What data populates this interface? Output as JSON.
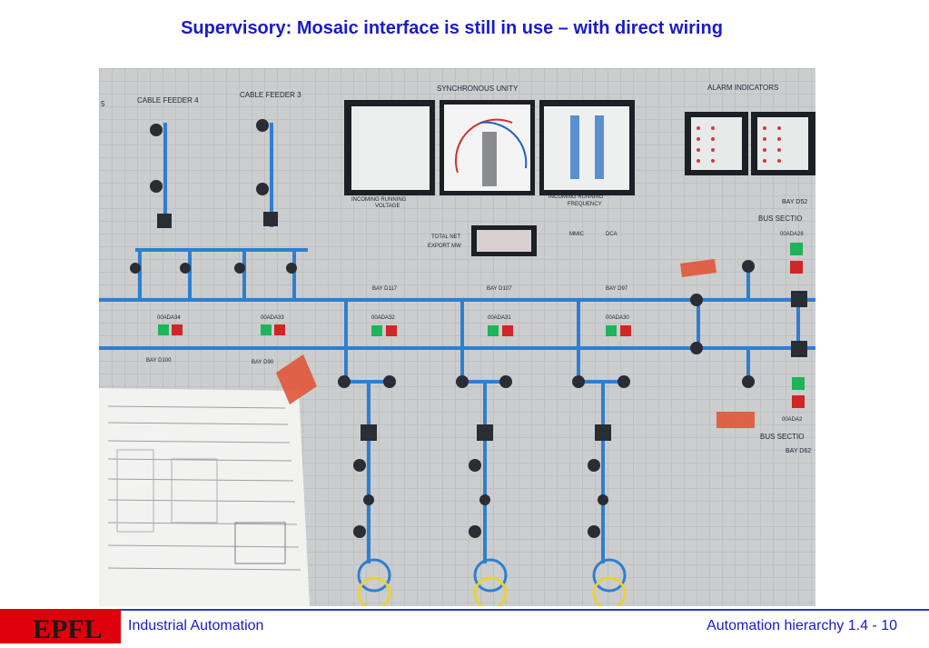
{
  "slide": {
    "title": "Supervisory: Mosaic interface is still in use – with direct wiring"
  },
  "photo": {
    "labels": {
      "cable_feeder_4": "CABLE FEEDER 4",
      "cable_feeder_3": "CABLE FEEDER 3",
      "synchronous_unity": "SYNCHRONOUS   UNITY",
      "alarm_indicators": "ALARM INDICATORS",
      "incoming_running_voltage_1": "INCOMING      RUNNING",
      "incoming_running_voltage_2": "VOLTAGE",
      "incoming_running_frequency_1": "INCOMING      RUNNING",
      "incoming_running_frequency_2": "FREQUENCY",
      "total_net_1": "TOTAL NET",
      "total_net_2": "EXPORT MW",
      "mimic": "MMIC",
      "dca": "DCA",
      "bay_d52": "BAY D52",
      "bus_section_top": "BUS SECTIO",
      "bus_section_bottom": "BUS SECTIO",
      "bay_d62": "BAY D62",
      "bay_d117": "BAY D117",
      "bay_d107": "BAY D107",
      "bay_d97": "BAY D97",
      "bay_d100": "BAY D100",
      "bay_d90": "BAY D90",
      "ada34": "00ADA34",
      "ada33": "00ADA33",
      "ada32": "00ADA32",
      "ada31": "00ADA31",
      "ada30": "00ADA30",
      "ada28": "00ADA28",
      "ada_bottom": "00ADA2",
      "num_5": "5"
    }
  },
  "footer": {
    "logo": "EPFL",
    "left": "Industrial Automation",
    "right": "Automation hierarchy 1.4 - 10"
  },
  "colors": {
    "title": "#1a1ac8",
    "footer_red": "#e0000b",
    "bus_blue": "#2f7fd0",
    "panel_grey": "#c9cbcc"
  }
}
